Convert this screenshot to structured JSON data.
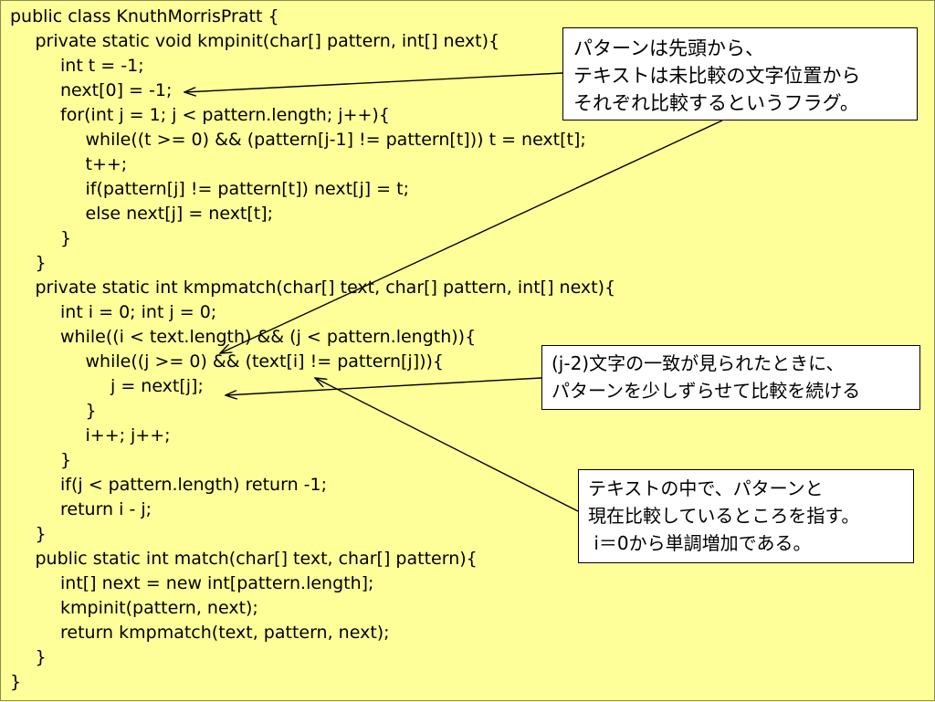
{
  "code_lines": [
    {
      "text": "public class KnuthMorrisPratt {",
      "indent": 0
    },
    {
      "text": "private static void kmpinit(char[] pattern, int[] next){",
      "indent": 1
    },
    {
      "text": "int t = -1;",
      "indent": 2
    },
    {
      "text": "next[0] = -1;",
      "indent": 2
    },
    {
      "text": "for(int j = 1; j < pattern.length; j++){",
      "indent": 2
    },
    {
      "text": "while((t >= 0) && (pattern[j-1] != pattern[t])) t = next[t];",
      "indent": 3
    },
    {
      "text": "t++;",
      "indent": 3
    },
    {
      "text": "if(pattern[j] != pattern[t]) next[j] = t;",
      "indent": 3
    },
    {
      "text": "else next[j] = next[t];",
      "indent": 3
    },
    {
      "text": "}",
      "indent": 2
    },
    {
      "text": "}",
      "indent": 1
    },
    {
      "text": "private static int kmpmatch(char[] text, char[] pattern, int[] next){",
      "indent": 1
    },
    {
      "text": "int i = 0; int j = 0;",
      "indent": 2
    },
    {
      "text": "while((i < text.length) && (j < pattern.length)){",
      "indent": 2
    },
    {
      "text": "while((j >= 0) && (text[i] != pattern[j])){",
      "indent": 3
    },
    {
      "text": "j = next[j];",
      "indent": 4
    },
    {
      "text": "}",
      "indent": 3
    },
    {
      "text": "i++; j++;",
      "indent": 3
    },
    {
      "text": "}",
      "indent": 2
    },
    {
      "text": "if(j < pattern.length) return -1;",
      "indent": 2
    },
    {
      "text": "return i - j;",
      "indent": 2
    },
    {
      "text": "}",
      "indent": 1
    },
    {
      "text": "public static int match(char[] text, char[] pattern){",
      "indent": 1
    },
    {
      "text": "int[] next = new int[pattern.length];",
      "indent": 2
    },
    {
      "text": "kmpinit(pattern, next);",
      "indent": 2
    },
    {
      "text": "return kmpmatch(text, pattern, next);",
      "indent": 2
    },
    {
      "text": "}",
      "indent": 1
    },
    {
      "text": "}",
      "indent": 0
    }
  ],
  "notes": {
    "note1": [
      "パターンは先頭から、",
      "テキストは未比較の文字位置から",
      "それぞれ比較するというフラグ。"
    ],
    "note2": [
      "(j-2)文字の一致が見られたときに、",
      "パターンを少しずらせて比較を続ける"
    ],
    "note3": [
      "テキストの中で、パターンと",
      "現在比較しているところを指す。",
      " i＝0から単調増加である。"
    ]
  },
  "colors": {
    "background": "#ffff99",
    "note_background": "#ffffff",
    "text": "#000000"
  }
}
